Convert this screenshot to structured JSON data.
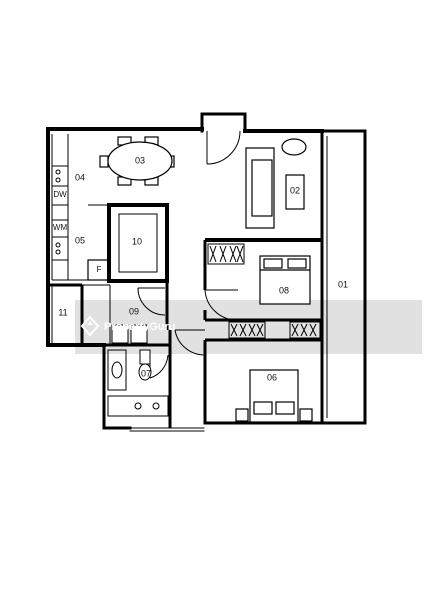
{
  "plan": {
    "rooms": {
      "r01": "01",
      "r02": "02",
      "r03": "03",
      "r04": "04",
      "r05": "05",
      "r06": "06",
      "r07": "07",
      "r08": "08",
      "r09": "09",
      "r10": "10",
      "r11": "11"
    },
    "appliances": {
      "dw": "DW",
      "wm": "WM",
      "fridge": "F"
    }
  },
  "watermark": {
    "text": "PropertyGuru",
    "color": "#bdbdbd"
  }
}
